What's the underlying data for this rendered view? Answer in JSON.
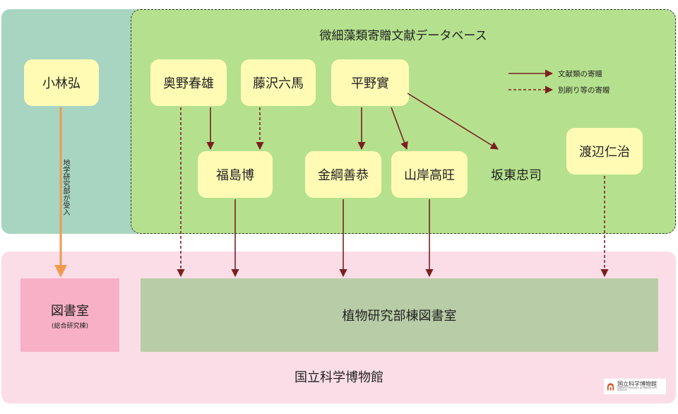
{
  "database_title": "微細藻類寄贈文献データベース",
  "donors": {
    "kobayashi": "小林弘",
    "okuno": "奥野春雄",
    "fujisawa": "藤沢六馬",
    "hirano": "平野實",
    "fukushima": "福島博",
    "kanazuna": "金綱善恭",
    "yamagishi": "山岸高旺",
    "bando": "坂東忠司",
    "watanabe": "渡辺仁治"
  },
  "vertical_label": "地学研究部が受入",
  "legend": {
    "solid": "文献類の寄贈",
    "dashed": "別刷り等の寄贈"
  },
  "libraries": {
    "general_main": "図書室",
    "general_sub": "(総合研究棟)",
    "botany": "植物研究部棟図書室"
  },
  "museum_name": "国立科学博物館",
  "logo": {
    "jp": "国立科学博物館",
    "en": "National Museum of Nature and Science"
  },
  "colors": {
    "left_region": "#a8d5c2",
    "green_region": "#b5e18e",
    "pink_region": "#fbdde8",
    "node_fill": "#fffbb5",
    "arrow_dark": "#7a1f1f",
    "arrow_orange": "#f09a50",
    "general_library": "#f7b0c6",
    "botany_library": "#b8cda7"
  }
}
